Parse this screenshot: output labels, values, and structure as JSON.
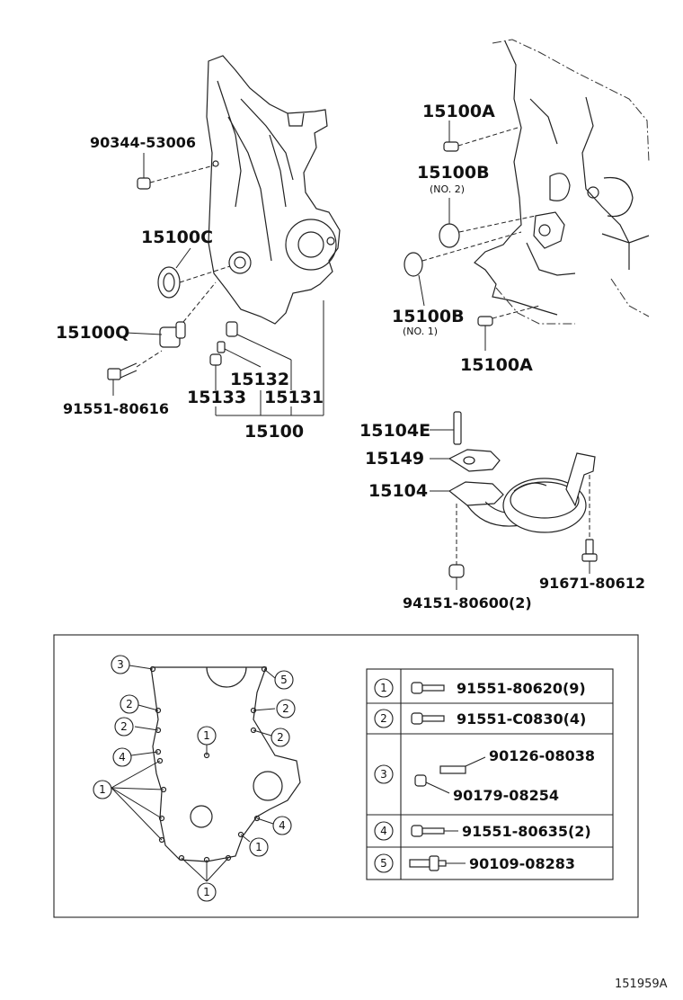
{
  "figure_id": "151959A",
  "labels": {
    "p90344_53006": "90344-53006",
    "p15100C": "15100C",
    "p15100Q": "15100Q",
    "p91551_80616": "91551-80616",
    "p15132": "15132",
    "p15133": "15133",
    "p15131": "15131",
    "p15100": "15100",
    "p15100A_top": "15100A",
    "p15100B_top": "15100B",
    "p15100B_top_note": "(NO. 2)",
    "p15100B_bot": "15100B",
    "p15100B_bot_note": "(NO. 1)",
    "p15100A_bot": "15100A",
    "p15104E": "15104E",
    "p15149": "15149",
    "p15104": "15104",
    "p94151_80600": "94151-80600(2)",
    "p91671_80612": "91671-80612"
  },
  "bolt_callouts": {
    "c1": "1",
    "c2": "2",
    "c3": "3",
    "c4": "4",
    "c5": "5"
  },
  "bolt_table": [
    {
      "key": "1",
      "part": "91551-80620(9)"
    },
    {
      "key": "2",
      "part": "91551-C0830(4)"
    },
    {
      "key": "3",
      "part_a": "90126-08038",
      "part_b": "90179-08254"
    },
    {
      "key": "4",
      "part": "91551-80635(2)"
    },
    {
      "key": "5",
      "part": "90109-08283"
    }
  ]
}
